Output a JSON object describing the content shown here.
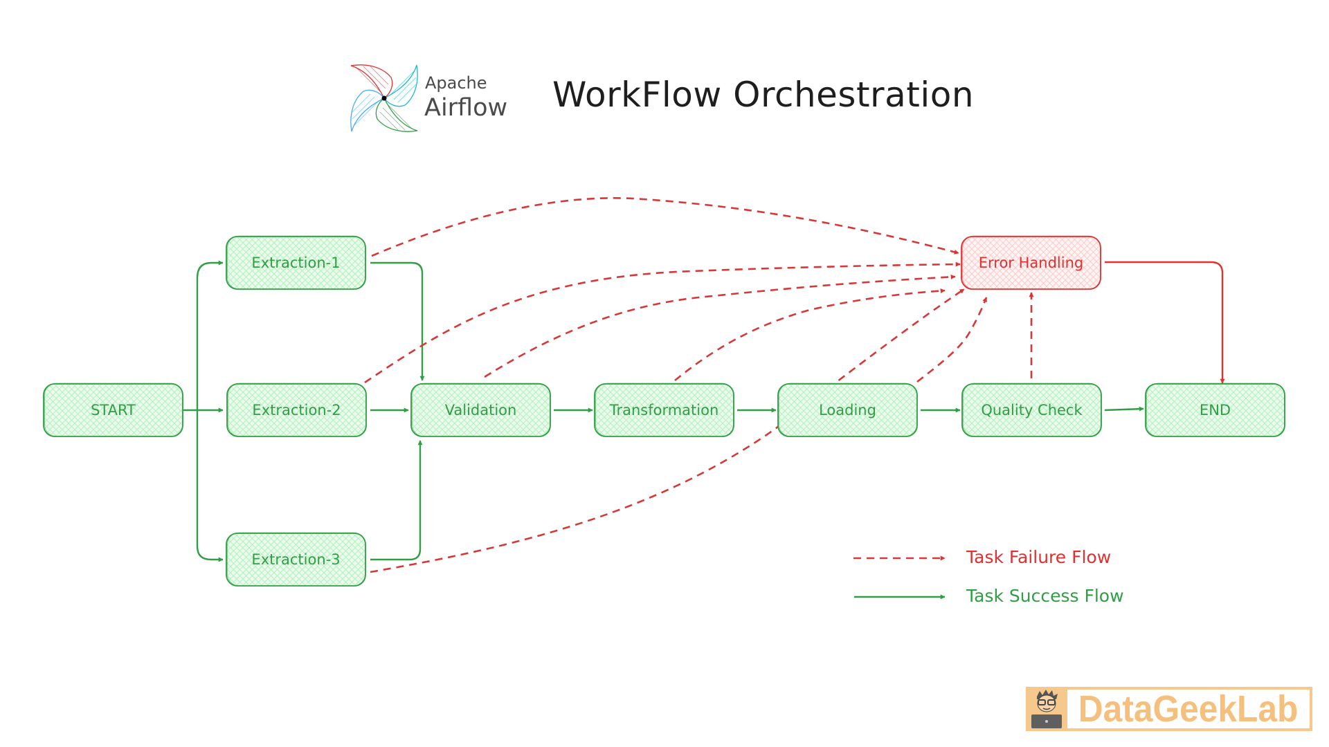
{
  "header": {
    "logo": {
      "name": "apache-airflow-logo",
      "line1": "Apache",
      "line2": "Airflow"
    },
    "title": "WorkFlow Orchestration"
  },
  "colors": {
    "success_stroke": "#2f9e44",
    "success_fill": "#b2f2bb",
    "failure_stroke": "#e03131",
    "failure_fill": "#ffc9c9",
    "failure_dash": "#d63838",
    "title_text": "#1e1e1e",
    "watermark": "#f7c88b"
  },
  "nodes": [
    {
      "id": "start",
      "label": "START",
      "type": "success"
    },
    {
      "id": "extraction-1",
      "label": "Extraction-1",
      "type": "success"
    },
    {
      "id": "extraction-2",
      "label": "Extraction-2",
      "type": "success"
    },
    {
      "id": "extraction-3",
      "label": "Extraction-3",
      "type": "success"
    },
    {
      "id": "validation",
      "label": "Validation",
      "type": "success"
    },
    {
      "id": "transformation",
      "label": "Transformation",
      "type": "success"
    },
    {
      "id": "loading",
      "label": "Loading",
      "type": "success"
    },
    {
      "id": "quality-check",
      "label": "Quality Check",
      "type": "success"
    },
    {
      "id": "end",
      "label": "END",
      "type": "success"
    },
    {
      "id": "error-handling",
      "label": "Error Handling",
      "type": "failure"
    }
  ],
  "edges": {
    "success": [
      {
        "from": "start",
        "to": "extraction-1"
      },
      {
        "from": "start",
        "to": "extraction-2"
      },
      {
        "from": "start",
        "to": "extraction-3"
      },
      {
        "from": "extraction-1",
        "to": "validation"
      },
      {
        "from": "extraction-2",
        "to": "validation"
      },
      {
        "from": "extraction-3",
        "to": "validation"
      },
      {
        "from": "validation",
        "to": "transformation"
      },
      {
        "from": "transformation",
        "to": "loading"
      },
      {
        "from": "loading",
        "to": "quality-check"
      },
      {
        "from": "quality-check",
        "to": "end"
      },
      {
        "from": "error-handling",
        "to": "end"
      }
    ],
    "failure": [
      {
        "from": "extraction-1",
        "to": "error-handling"
      },
      {
        "from": "extraction-2",
        "to": "error-handling"
      },
      {
        "from": "validation",
        "to": "error-handling"
      },
      {
        "from": "transformation",
        "to": "error-handling"
      },
      {
        "from": "extraction-3",
        "to": "error-handling"
      },
      {
        "from": "loading",
        "to": "error-handling"
      },
      {
        "from": "quality-check",
        "to": "error-handling"
      }
    ]
  },
  "legend": {
    "failure_label": "Task Failure Flow",
    "success_label": "Task Success Flow"
  },
  "watermark": {
    "text": "DataGeekLab",
    "icon": "geek-with-laptop-icon"
  }
}
